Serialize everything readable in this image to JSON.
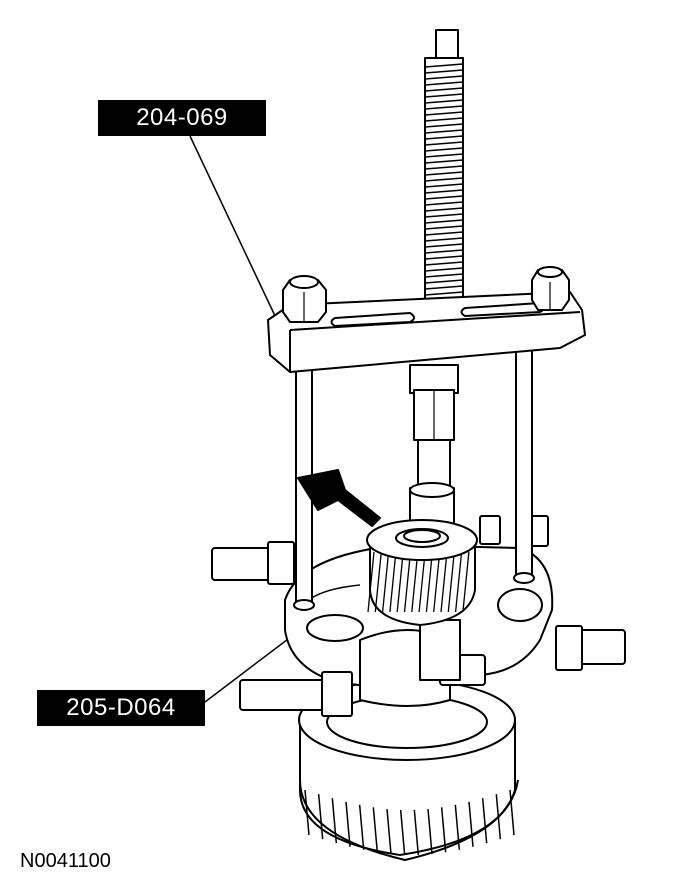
{
  "callouts": {
    "puller_tool": "204-069",
    "bearing_splitter": "205-D064"
  },
  "figure_id": "N0041100",
  "colors": {
    "line": "#000000",
    "fill": "#ffffff",
    "label_bg": "#000000",
    "label_text": "#ffffff"
  }
}
